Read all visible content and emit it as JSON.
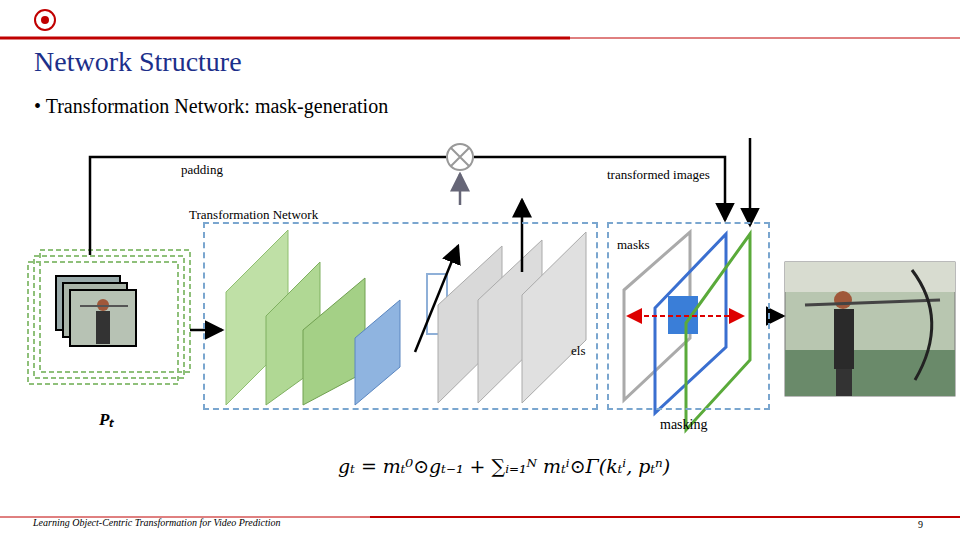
{
  "diagram": {
    "title": "Network Structure",
    "nodes": [
      {
        "text": [
          "Transformation Network"
        ]
      },
      {
        "text": [
          "masks"
        ]
      }
    ],
    "labels": [
      "• Transformation Network: mask-generation",
      "padding",
      "transformed images",
      "els",
      "Pₜ",
      "masking",
      "gₜ = mₜ⁰⊙gₜ₋₁ + ∑ᵢ₌₁ᴺ mₜⁱ⊙Γ(kₜⁱ, pₜⁿ)",
      "Learning Object-Centric Transformation for Video Prediction",
      "9"
    ]
  }
}
